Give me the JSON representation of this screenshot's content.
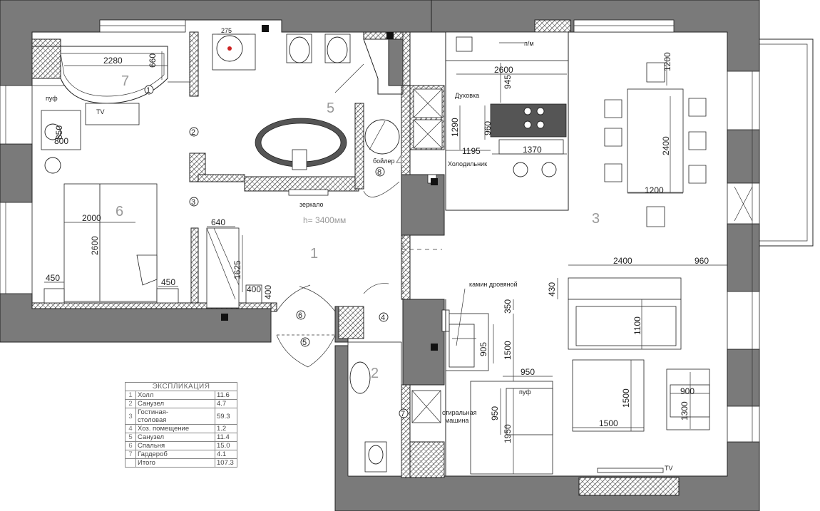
{
  "plan": {
    "ceiling_height": "h= 3400мм",
    "rooms": [
      {
        "number": "1"
      },
      {
        "number": "2"
      },
      {
        "number": "3"
      },
      {
        "number": "4"
      },
      {
        "number": "5"
      },
      {
        "number": "6"
      },
      {
        "number": "7"
      }
    ],
    "door_markers": [
      "1",
      "2",
      "3",
      "4",
      "5",
      "6",
      "7",
      "8"
    ],
    "dimensions": {
      "wardrobe_length": "2280",
      "wardrobe_depth": "660",
      "bed_length": "2600",
      "bed_width": "2000",
      "bedside_left": "450",
      "bedside_right": "450",
      "pouf_a": "850",
      "pouf_b": "800",
      "closet_width": "640",
      "closet_length": "1625",
      "box_w": "400",
      "box_h": "400",
      "kitchen_run": "2600",
      "kitchen_depth": "945",
      "island_depth_a": "1290",
      "island_depth_b": "960",
      "island_gap": "1195",
      "island_length": "1370",
      "table_length": "2400",
      "table_width": "1200",
      "table_end": "1200",
      "sofa_length": "2400",
      "sofa_side": "960",
      "sofa_depth": "430",
      "coffee_table": "1100",
      "fireplace_gap": "350",
      "fireplace_depth": "905",
      "fireplace_len": "1500",
      "pouf_w": "950",
      "pouf_d": "950",
      "pouf_offset": "1950",
      "rug_a": "1500",
      "rug_b": "1500",
      "chair_w": "900",
      "chair_d": "1300",
      "sink_a": "275"
    },
    "labels": {
      "pouf_bedroom": "пуф",
      "tv_bedroom": "TV",
      "mirror": "зеркало",
      "boiler": "бойлер",
      "oven": "Духовка",
      "fridge": "Холодильник",
      "dishwasher": "п/м",
      "fireplace": "камин дровяной",
      "pouf_living": "пуф",
      "washer_1": "стиральная",
      "washer_2": "машина",
      "tv_living": "TV"
    }
  },
  "explication": {
    "title": "ЭКСПЛИКАЦИЯ",
    "rows": [
      {
        "n": "1",
        "name": "Холл",
        "area": "11.6"
      },
      {
        "n": "2",
        "name": "Санузел",
        "area": "4.7"
      },
      {
        "n": "3",
        "name": "Гостиная-",
        "name2": "столовая",
        "area": "59.3"
      },
      {
        "n": "4",
        "name": "Хоз. помещение",
        "area": "1.2"
      },
      {
        "n": "5",
        "name": "Санузел",
        "area": "11.4"
      },
      {
        "n": "6",
        "name": "Спальня",
        "area": "15.0"
      },
      {
        "n": "7",
        "name": "Гардероб",
        "area": "4.1"
      }
    ],
    "total_label": "Итого",
    "total_area": "107.3"
  }
}
